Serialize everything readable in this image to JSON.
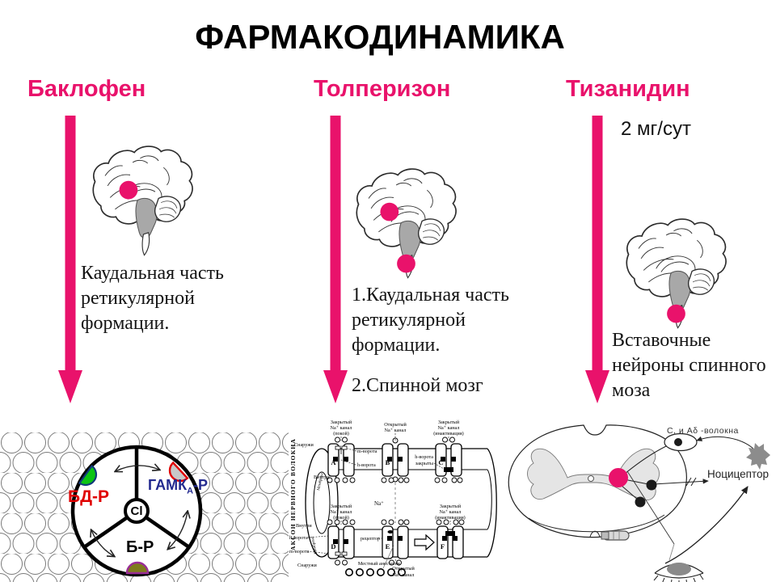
{
  "title": "ФАРМАКОДИНАМИКА",
  "accent_color": "#e9126b",
  "drugs": {
    "baclofen": {
      "name": "Баклофен",
      "note": "Каудальная часть ретикулярной формации."
    },
    "tolperisone": {
      "name": "Толперизон",
      "note1": "1.Каудальная часть ретикулярной формации.",
      "note2": "2.Спинной мозг"
    },
    "tizanidine": {
      "name": "Тизанидин",
      "dose": "2 мг/сут",
      "note": "Вставочные нейроны спинного моза"
    }
  },
  "receptor": {
    "center": "Cl",
    "gaba_base": "ГАМК",
    "gaba_sub": "А",
    "gaba_tail": "-Р",
    "bd": "БД-Р",
    "b": "Б-Р"
  },
  "axon": {
    "side": "АКСОН  НЕРВНОГО  ВОЛОКНА",
    "membrane": "Мембрана",
    "outside": "Снаружи",
    "inside": "Внутри",
    "letters": [
      "A",
      "B",
      "C",
      "D",
      "E",
      "F"
    ],
    "closed_rest": [
      "Закрытый",
      "Na⁺ канал",
      "(покой)"
    ],
    "open": [
      "Открытый",
      "Na⁺ канал"
    ],
    "closed_inact": [
      "Закрытый",
      "Na⁺ канал",
      "(инактивация)"
    ],
    "m_gate": "m-ворота",
    "h_gate": "h-ворота",
    "h_closed": [
      "h-ворота",
      "закрыты"
    ],
    "na": "Na⁺",
    "receptor": "рецептор",
    "anesthetic": "Местный анестетик"
  },
  "spinal": {
    "fibers": "С, и Аδ -волокна",
    "nociceptor": "Ноцицептор"
  }
}
